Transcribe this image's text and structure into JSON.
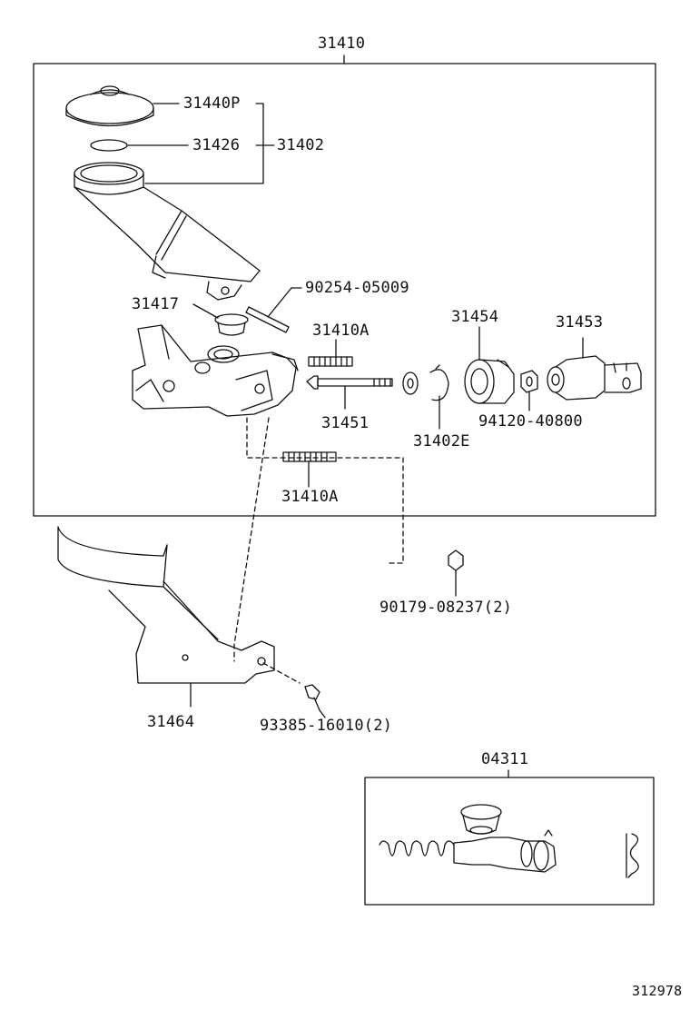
{
  "assembly": {
    "main_group": "31410",
    "labels": {
      "reservoir_cap": "31440P",
      "cap_gasket": "31426",
      "reservoir_set": "31402",
      "union_pin": "90254-05009",
      "grommet": "31417",
      "stud_upper": "31410A",
      "push_rod_boot": "31454",
      "clevis": "31453",
      "push_rod": "31451",
      "snap_ring": "31402E",
      "nut_rod": "94120-40800",
      "stud_lower": "31410A",
      "nut": "90179-08237(2)",
      "bracket": "31464",
      "bolt": "93385-16010(2)"
    },
    "kit_group": "04311",
    "diagram_id": "312978"
  }
}
